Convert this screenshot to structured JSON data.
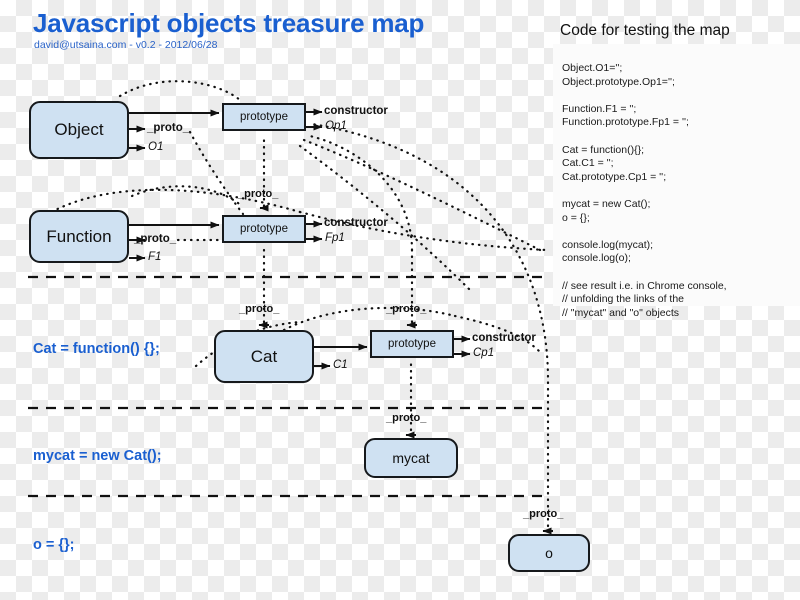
{
  "header": {
    "title": "Javascript objects treasure map",
    "subtitle": "david@utsaina.com - v0.2 - 2012/06/28"
  },
  "code_panel": {
    "title": "Code for testing the map",
    "code": "Object.O1='';\nObject.prototype.Op1='';\n\nFunction.F1 = '';\nFunction.prototype.Fp1 = '';\n\nCat = function(){};\nCat.C1 = '';\nCat.prototype.Cp1 = '';\n\nmycat = new Cat();\no = {};\n\nconsole.log(mycat);\nconsole.log(o);\n\n// see result i.e. in Chrome console,\n// unfolding the links of the\n// \"mycat\" and \"o\" objects"
  },
  "statements": [
    {
      "id": "cat-stmt",
      "text": "Cat = function() {};"
    },
    {
      "id": "mycat-stmt",
      "text": "mycat = new Cat();"
    },
    {
      "id": "o-stmt",
      "text": "o = {};"
    }
  ],
  "nodes": {
    "object": "Object",
    "function": "Function",
    "cat": "Cat",
    "mycat": "mycat",
    "o": "o",
    "prototype": "prototype"
  },
  "labels": {
    "proto": "_proto_",
    "constructor": "constructor",
    "o1": "O1",
    "op1": "Op1",
    "f1": "F1",
    "fp1": "Fp1",
    "c1": "C1",
    "cp1": "Cp1"
  },
  "colors": {
    "title_blue": "#1a5fd0",
    "node_fill": "#cfe1f2",
    "node_border": "#16191c",
    "text_dark": "#111111",
    "panel_bg": "#fbfbfb"
  }
}
